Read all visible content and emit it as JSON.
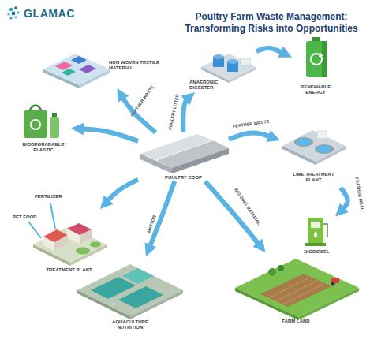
{
  "diagram": {
    "title": "Poultry Farm Waste Management: Transforming Risks into Opportunities",
    "nodes": [
      {
        "text": [
          "NON WOVEN TEXTILE MATERIAL"
        ]
      },
      {
        "text": [
          "ANAEROBIC DIGESTER"
        ]
      },
      {
        "text": [
          "RENEWABLE ENERGY"
        ]
      },
      {
        "text": [
          "BIODEGRADABLE PLASTIC"
        ]
      },
      {
        "text": [
          "POULTRY COOP"
        ]
      },
      {
        "text": [
          "LIME TREATMENT PLANT"
        ]
      },
      {
        "text": [
          "TREATMENT PLANT"
        ]
      },
      {
        "text": [
          "BIODIESEL"
        ]
      },
      {
        "text": [
          "FARM LAND"
        ]
      },
      {
        "text": [
          "AQUACULTURE NUTRITION"
        ]
      }
    ],
    "edges": [
      {
        "from": 4,
        "to": 0,
        "label": "FEATHER WASTE",
        "arrow": "to"
      },
      {
        "from": 4,
        "to": 1,
        "label": "POULTRY LITTER",
        "arrow": "to"
      },
      {
        "from": 1,
        "to": 2,
        "arrow": "to"
      },
      {
        "from": 4,
        "to": 3,
        "arrow": "to"
      },
      {
        "from": 4,
        "to": 5,
        "label": "FEATHER WASTE",
        "arrow": "to"
      },
      {
        "from": 5,
        "to": 7,
        "label": "FEATHER MEAL",
        "arrow": "to"
      },
      {
        "from": 4,
        "to": 6,
        "arrow": "to"
      },
      {
        "from": 4,
        "to": 8,
        "label": "BEDDING MATERIAL",
        "arrow": "to"
      },
      {
        "from": 4,
        "to": 9,
        "label": "MATTOR",
        "arrow": "to"
      }
    ],
    "labels": [
      "GLAMAC",
      "FERTILIZER",
      "PET FOOD"
    ]
  }
}
